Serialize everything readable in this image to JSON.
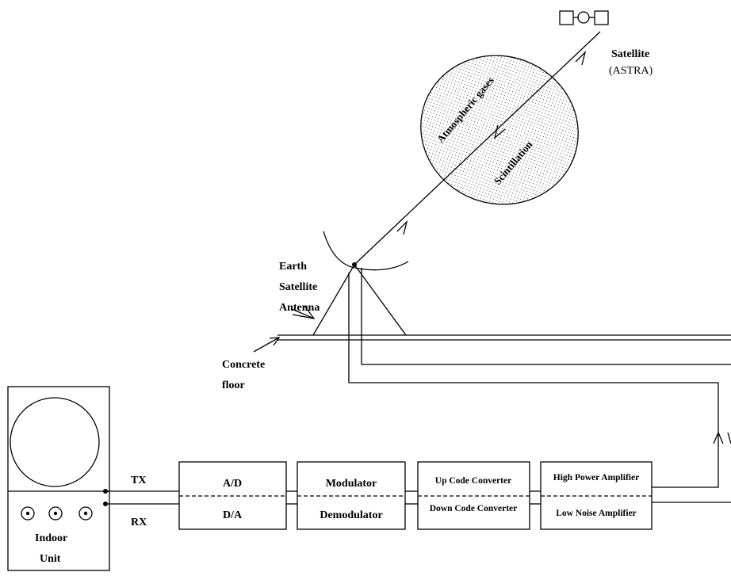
{
  "satellite": {
    "label": "Satellite",
    "sublabel": "(ASTRA)"
  },
  "atmosphere": {
    "gases_label": "Atmospheric gases",
    "scintillation_label": "Scintillation"
  },
  "antenna": {
    "line1": "Earth",
    "line2": "Satellite",
    "line3": "Antenna"
  },
  "floor": {
    "line1": "Concrete",
    "line2": "floor"
  },
  "indoor_unit": {
    "line1": "Indoor",
    "line2": "Unit"
  },
  "signals": {
    "tx": "TX",
    "rx": "RX"
  },
  "blocks": {
    "ad": "A/D",
    "da": "D/A",
    "modulator": "Modulator",
    "demodulator": "Demodulator",
    "up_converter": "Up Code Converter",
    "down_converter": "Down Code Converter",
    "hpa": "High Power Amplifier",
    "lna": "Low Noise Amplifier"
  }
}
